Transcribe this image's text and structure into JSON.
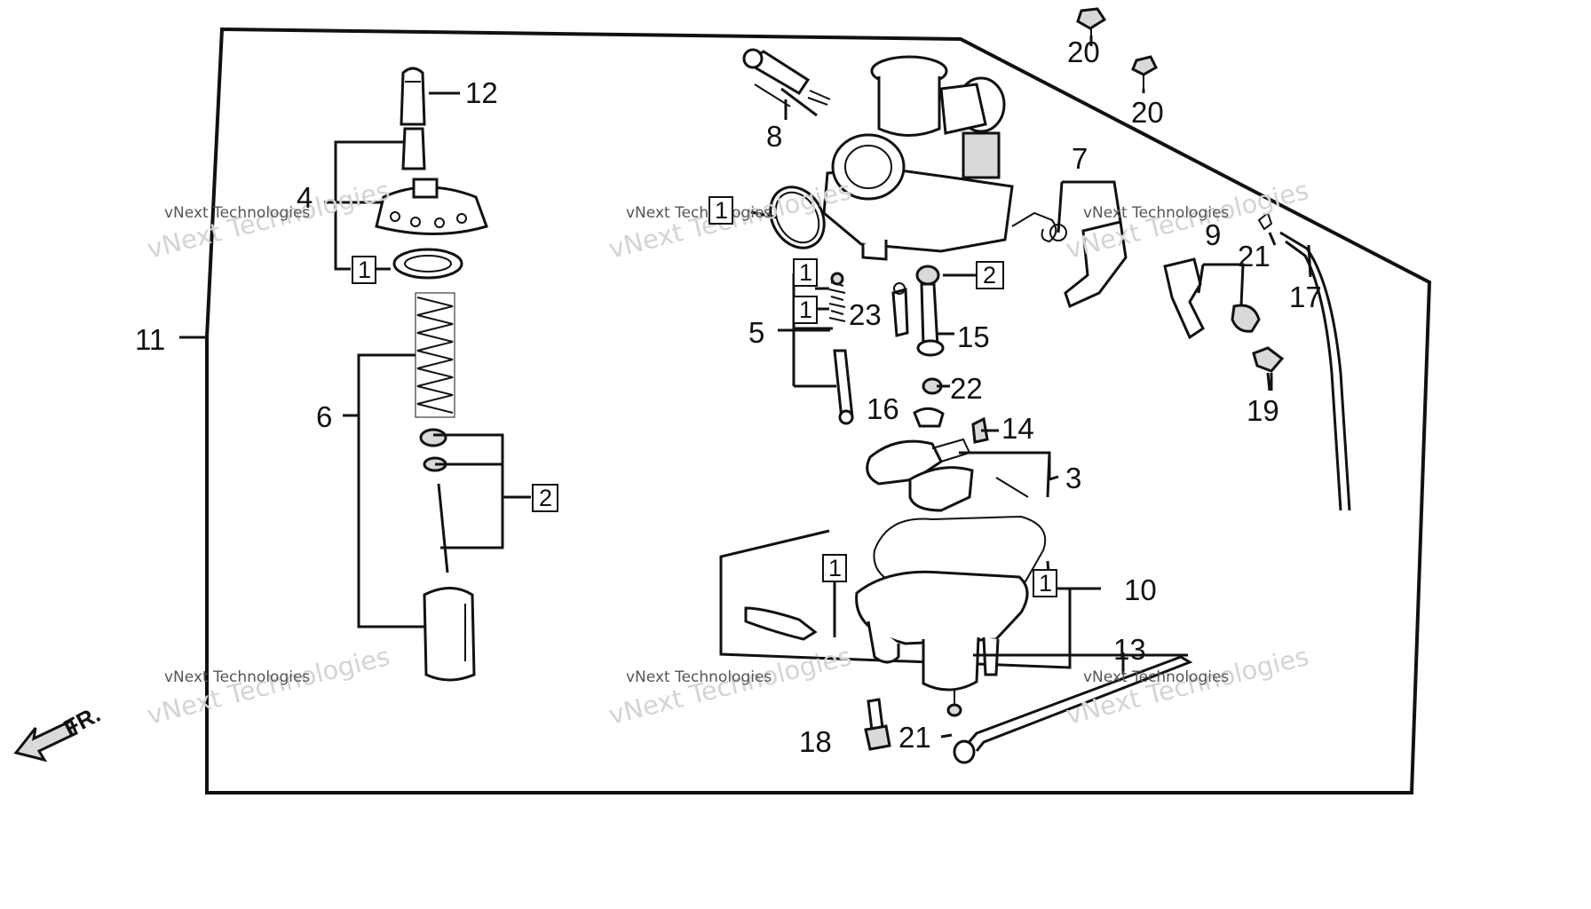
{
  "diagram": {
    "orientation_label": "FR.",
    "watermark": {
      "line1": "vNext Technologies",
      "line2": "vNext Technologies"
    },
    "callouts": [
      {
        "id": "c1",
        "text": "12"
      },
      {
        "id": "c2",
        "text": "4"
      },
      {
        "id": "c3",
        "text": "1",
        "boxed": true
      },
      {
        "id": "c4",
        "text": "11"
      },
      {
        "id": "c5",
        "text": "6"
      },
      {
        "id": "c6",
        "text": "2",
        "boxed": true
      },
      {
        "id": "c7",
        "text": "8"
      },
      {
        "id": "c8",
        "text": "1",
        "boxed": true
      },
      {
        "id": "c9",
        "text": "20"
      },
      {
        "id": "c10",
        "text": "20"
      },
      {
        "id": "c11",
        "text": "7"
      },
      {
        "id": "c12",
        "text": "9"
      },
      {
        "id": "c13",
        "text": "21"
      },
      {
        "id": "c14",
        "text": "17"
      },
      {
        "id": "c15",
        "text": "19"
      },
      {
        "id": "c16",
        "text": "1",
        "boxed": true
      },
      {
        "id": "c17",
        "text": "1",
        "boxed": true
      },
      {
        "id": "c18",
        "text": "5"
      },
      {
        "id": "c19",
        "text": "23"
      },
      {
        "id": "c20",
        "text": "2",
        "boxed": true
      },
      {
        "id": "c21",
        "text": "15"
      },
      {
        "id": "c22",
        "text": "22"
      },
      {
        "id": "c23",
        "text": "16"
      },
      {
        "id": "c24",
        "text": "14"
      },
      {
        "id": "c25",
        "text": "3"
      },
      {
        "id": "c26",
        "text": "1",
        "boxed": true
      },
      {
        "id": "c27",
        "text": "1",
        "boxed": true
      },
      {
        "id": "c28",
        "text": "10"
      },
      {
        "id": "c29",
        "text": "13"
      },
      {
        "id": "c30",
        "text": "18"
      },
      {
        "id": "c31",
        "text": "21"
      }
    ]
  }
}
